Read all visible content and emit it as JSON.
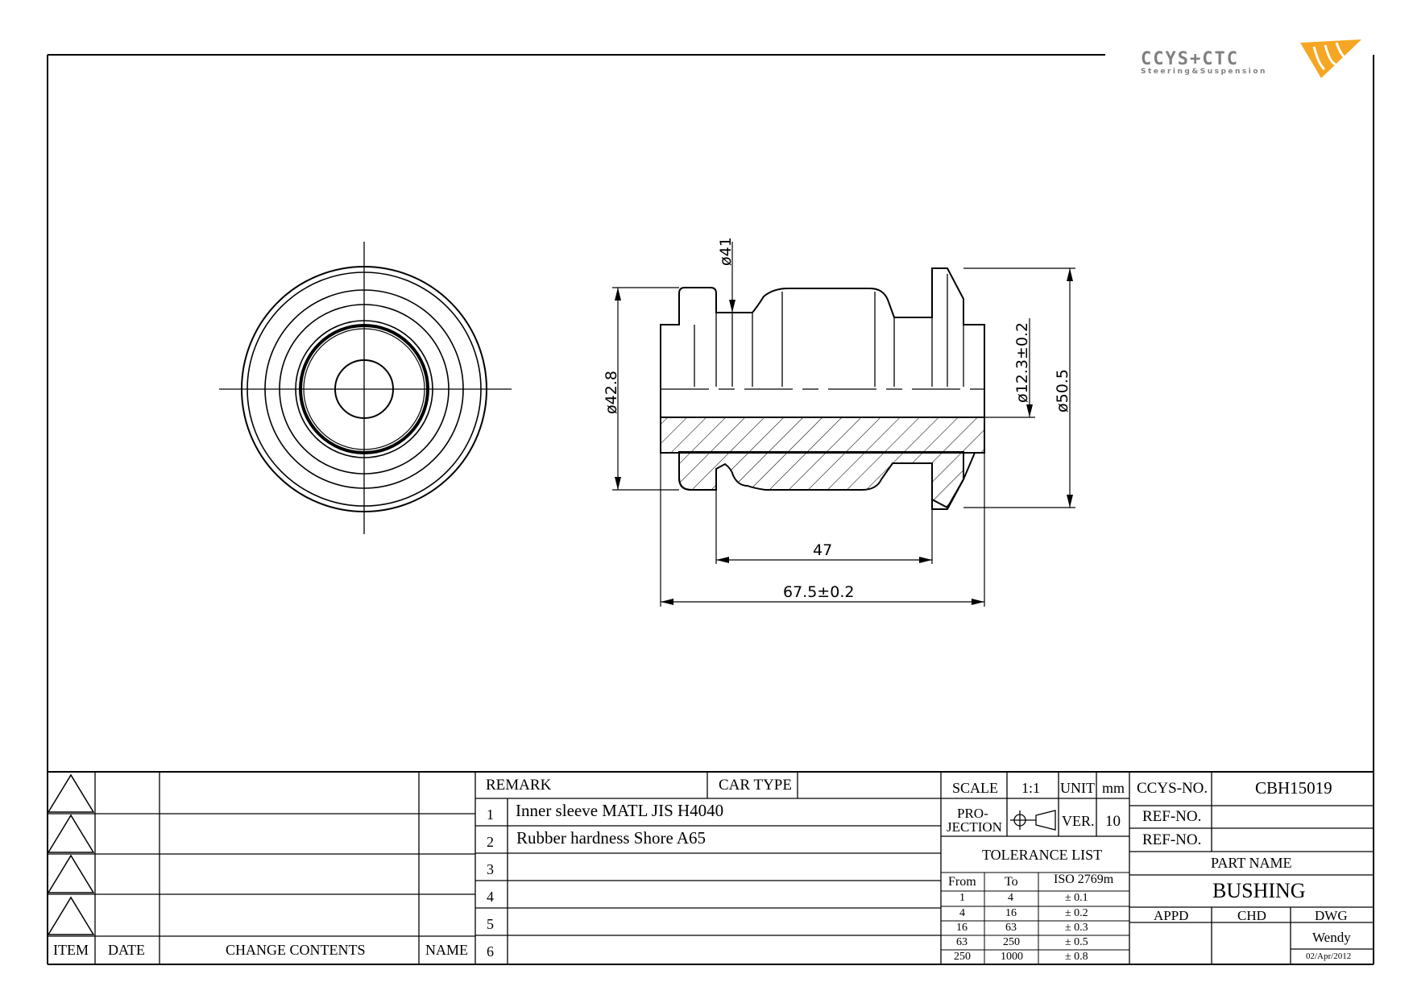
{
  "logo": {
    "brand": "CCYS+CTC",
    "tagline": "Steering&Suspension",
    "accent": "#f5a623"
  },
  "dimensions": {
    "d41": "ø41",
    "d12_3": "ø12.3±0.2",
    "d50_5": "ø50.5",
    "d42_8": "ø42.8",
    "len47": "47",
    "len67_5": "67.5±0.2"
  },
  "revision_table": {
    "headers": {
      "item": "ITEM",
      "date": "DATE",
      "change": "CHANGE CONTENTS",
      "name": "NAME"
    }
  },
  "remarks": {
    "remark_label": "REMARK",
    "car_type_label": "CAR TYPE",
    "rows": [
      {
        "no": "1",
        "text": "Inner sleeve MATL JIS H4040"
      },
      {
        "no": "2",
        "text": "Rubber hardness Shore A65"
      },
      {
        "no": "3",
        "text": ""
      },
      {
        "no": "4",
        "text": ""
      },
      {
        "no": "5",
        "text": ""
      },
      {
        "no": "6",
        "text": ""
      }
    ]
  },
  "info": {
    "scale_label": "SCALE",
    "scale": "1:1",
    "unit_label": "UNIT",
    "unit": "mm",
    "projection_label_1": "PRO-",
    "projection_label_2": "JECTION",
    "ver_label": "VER.",
    "ver": "10"
  },
  "tolerance": {
    "title": "TOLERANCE LIST",
    "headers": {
      "from": "From",
      "to": "To",
      "iso": "ISO 2769m"
    },
    "rows": [
      {
        "from": "1",
        "to": "4",
        "tol": "± 0.1"
      },
      {
        "from": "4",
        "to": "16",
        "tol": "± 0.2"
      },
      {
        "from": "16",
        "to": "63",
        "tol": "± 0.3"
      },
      {
        "from": "63",
        "to": "250",
        "tol": "± 0.5"
      },
      {
        "from": "250",
        "to": "1000",
        "tol": "± 0.8"
      }
    ]
  },
  "part": {
    "ccys_label": "CCYS-NO.",
    "ccys_no": "CBH15019",
    "ref_label_1": "REF-NO.",
    "ref_label_2": "REF-NO.",
    "part_name_label": "PART NAME",
    "part_name": "BUSHING",
    "appd_label": "APPD",
    "chd_label": "CHD",
    "dwg_label": "DWG",
    "dwg_name": "Wendy",
    "date": "02/Apr/2012"
  }
}
